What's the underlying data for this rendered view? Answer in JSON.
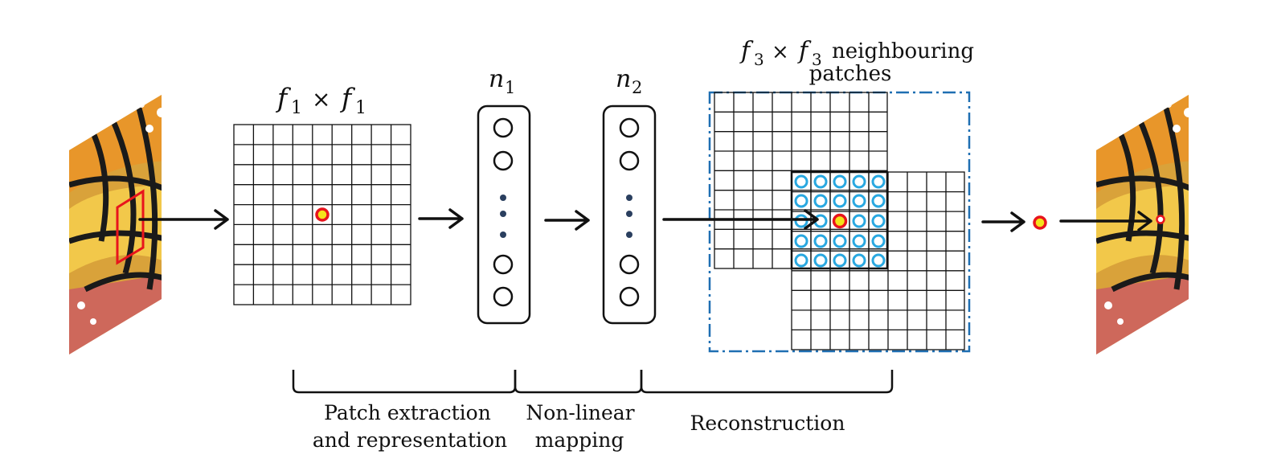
{
  "labels": {
    "f1_base": "f",
    "f1_sub": "1",
    "times": "×",
    "n1_base": "n",
    "n1_sub": "1",
    "n2_base": "n",
    "n2_sub": "2",
    "f3_base": "f",
    "f3_sub": "3",
    "neighbouring": "neighbouring",
    "patches": "patches"
  },
  "stages": [
    {
      "line1": "Patch extraction",
      "line2": "and representation"
    },
    {
      "line1": "Non-linear",
      "line2": "mapping"
    },
    {
      "line1": "Reconstruction",
      "line2": ""
    }
  ],
  "colors": {
    "ink": "#111111",
    "highlight_red": "#e8141c",
    "highlight_yellow": "#f4e21a",
    "neighbour_cyan": "#29a8e0",
    "dashed_blue": "#1f6fb2",
    "dot_navy": "#2a3f5f",
    "butterfly_yellow": "#f0c23c",
    "butterfly_orange": "#e89a2a",
    "butterfly_pink": "#c9506a"
  },
  "icons": {
    "input_image": "butterfly-image",
    "output_image": "butterfly-image"
  }
}
